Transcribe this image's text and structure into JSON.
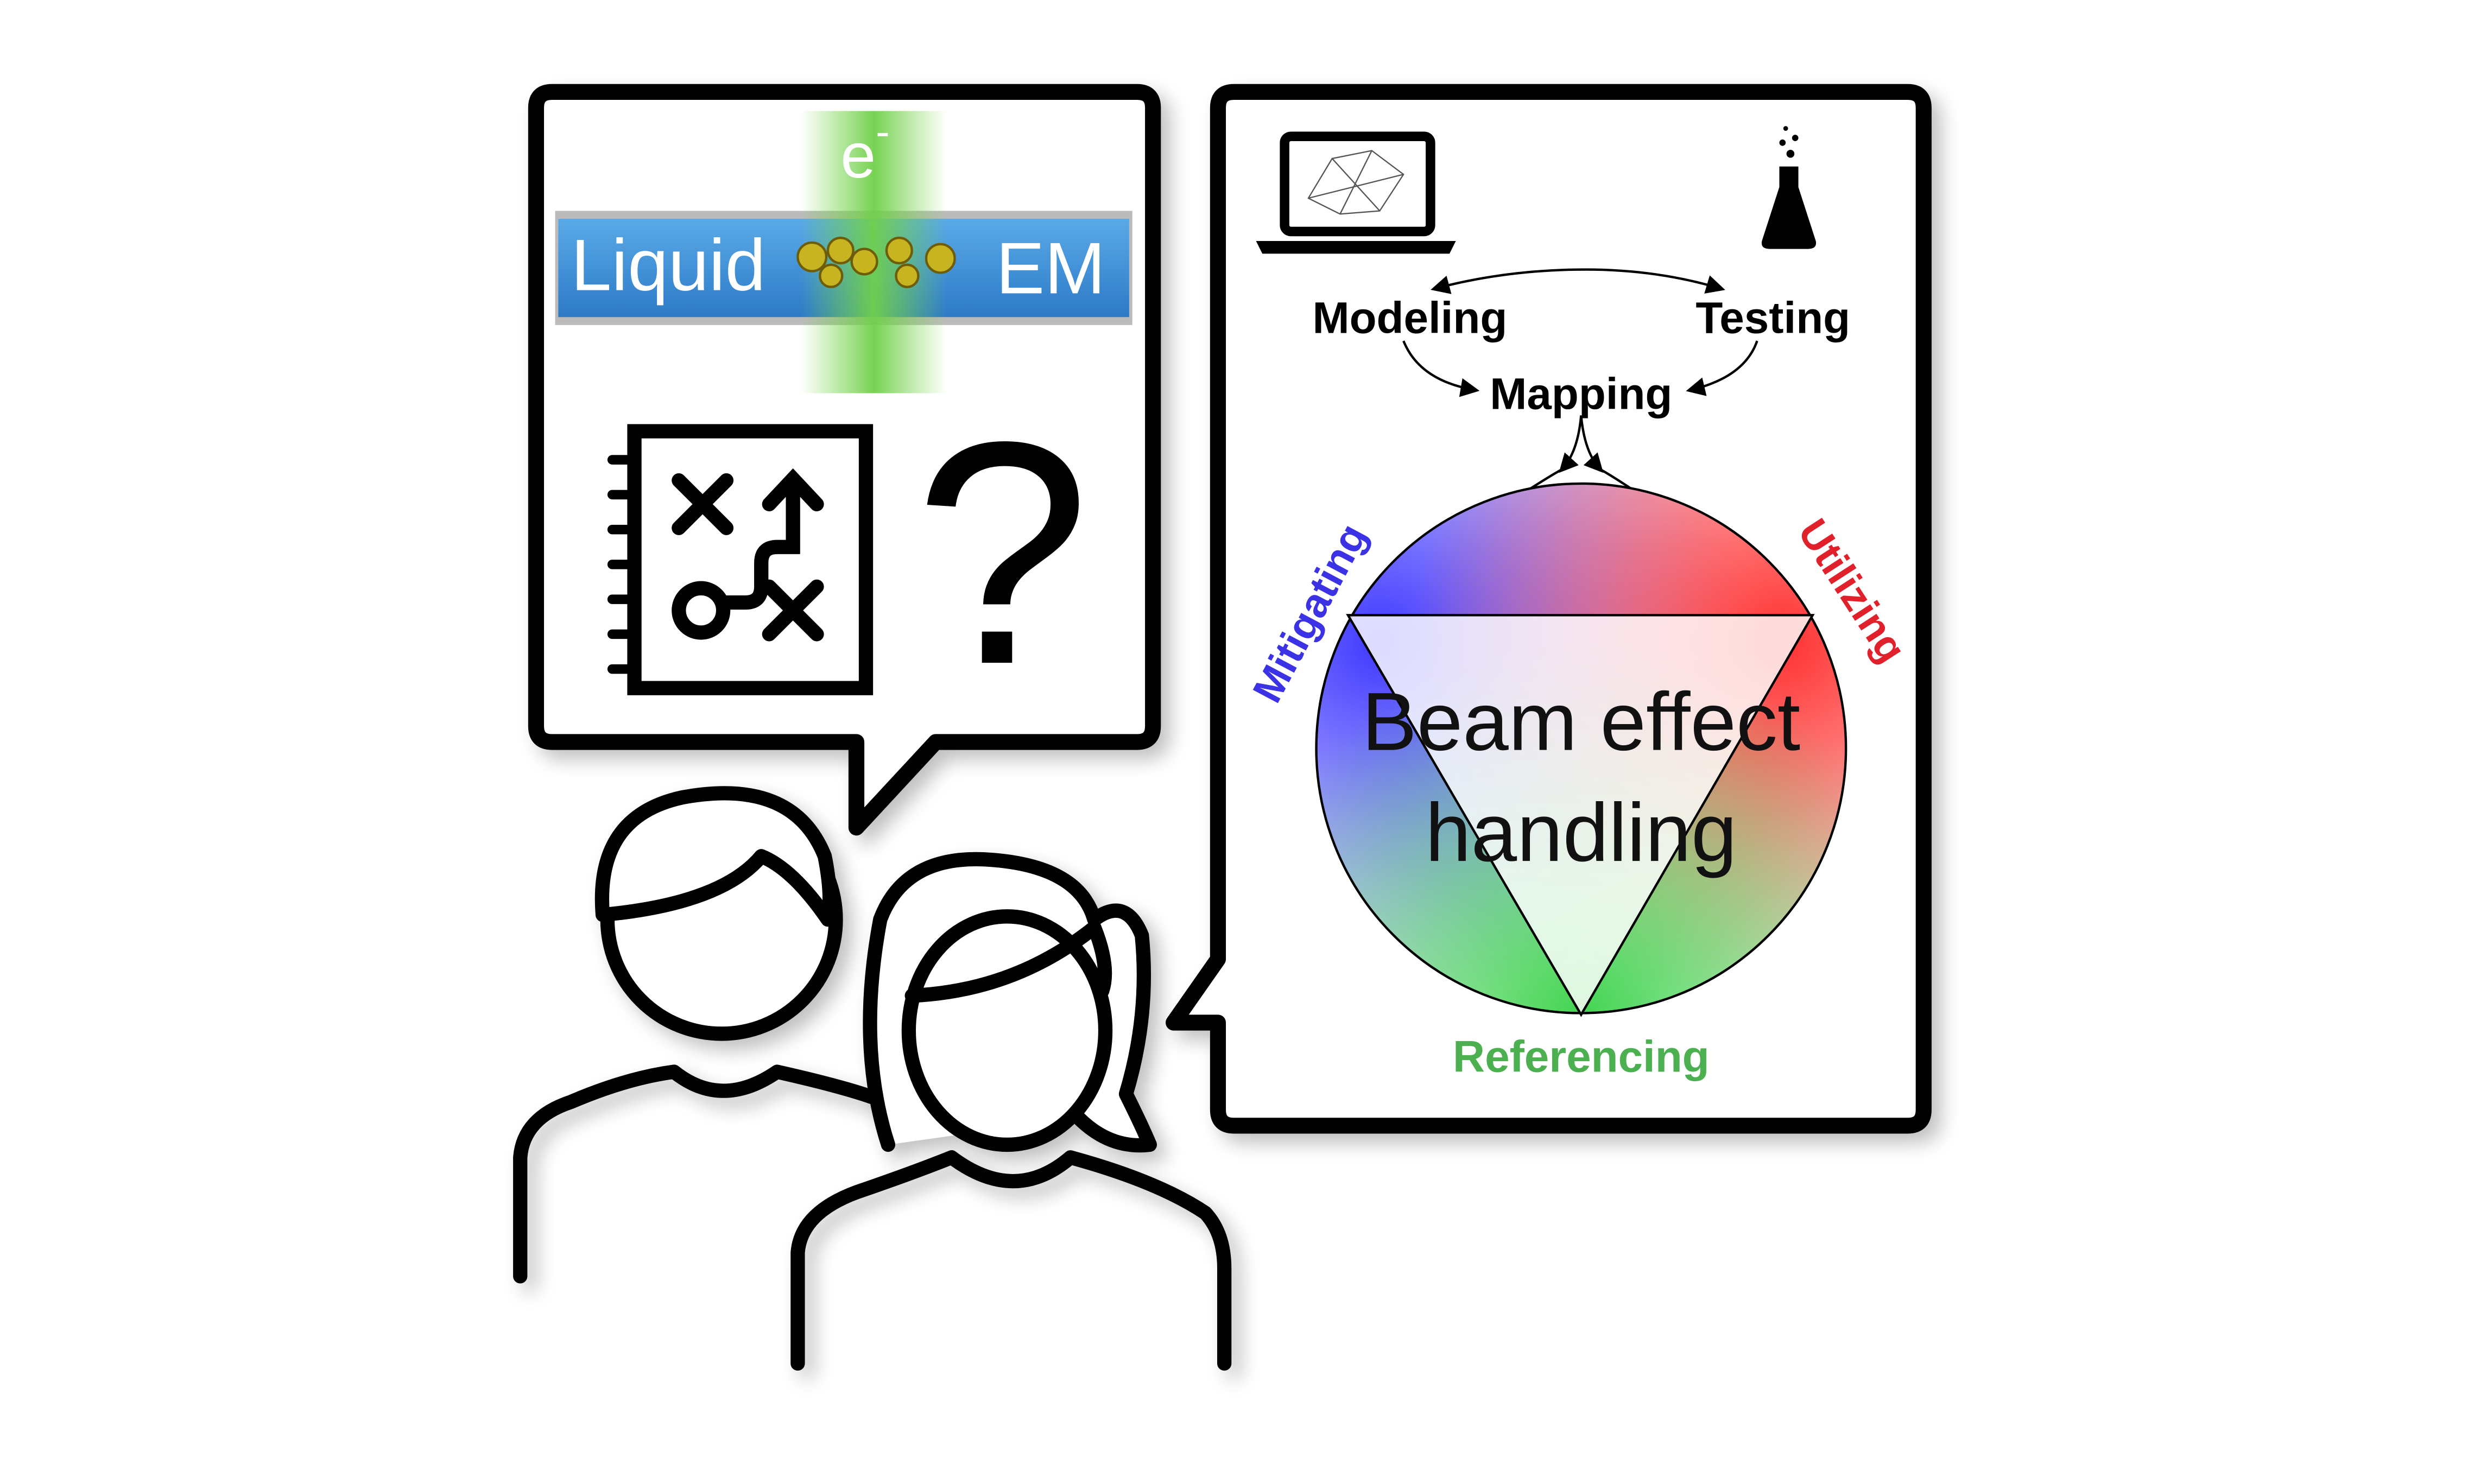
{
  "left_bubble": {
    "banner_left": "Liquid",
    "banner_right": "EM",
    "electron_label": "e",
    "electron_superscript": "-",
    "question_mark": "?"
  },
  "right_bubble": {
    "cycle": {
      "modeling": "Modeling",
      "testing": "Testing",
      "mapping": "Mapping"
    },
    "center_title_line1": "Beam effect",
    "center_title_line2": "handling",
    "strategies": {
      "mitigating": "Mitigating",
      "utilizing": "Utilizing",
      "referencing": "Referencing"
    }
  },
  "colors": {
    "mitigating": "#3b32e6",
    "utilizing": "#e0202a",
    "referencing": "#4cb050",
    "banner_blue": "#3a8fd8",
    "beam_green": "#6fd04a"
  }
}
